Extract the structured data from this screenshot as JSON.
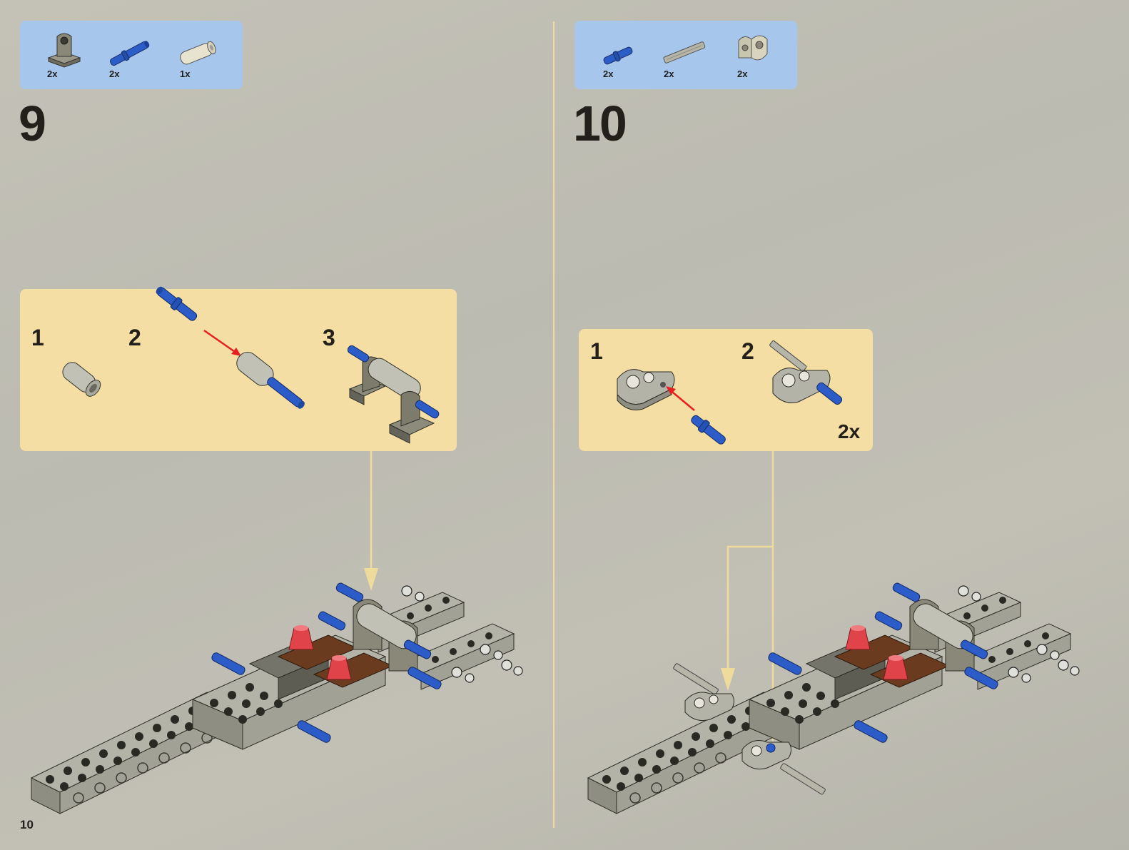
{
  "page_number": "10",
  "colors": {
    "background": "#c0bfb5",
    "parts_box": "#a6c6ec",
    "subassembly_box": "#f4dea3",
    "divider": "#efdc9c",
    "pin_blue": "#2c5cc8",
    "light_bluish_gray": "#b4b3a8",
    "dark_tan": "#8a8878",
    "reddish_brown": "#6b3b20",
    "trans_red": "#e0444a",
    "arrow_red": "#e62020"
  },
  "steps": [
    {
      "number": "9",
      "parts": [
        {
          "icon": "bracket-part-icon",
          "qty": "2x"
        },
        {
          "icon": "blue-pin-part-icon",
          "qty": "2x"
        },
        {
          "icon": "tan-connector-part-icon",
          "qty": "1x"
        }
      ],
      "subassembly": {
        "substeps": [
          "1",
          "2",
          "3"
        ],
        "multiplier": ""
      }
    },
    {
      "number": "10",
      "parts": [
        {
          "icon": "blue-pin-part-icon",
          "qty": "2x"
        },
        {
          "icon": "gray-axle-part-icon",
          "qty": "2x"
        },
        {
          "icon": "axle-connector-part-icon",
          "qty": "2x"
        }
      ],
      "subassembly": {
        "substeps": [
          "1",
          "2"
        ],
        "multiplier": "2x"
      }
    }
  ]
}
